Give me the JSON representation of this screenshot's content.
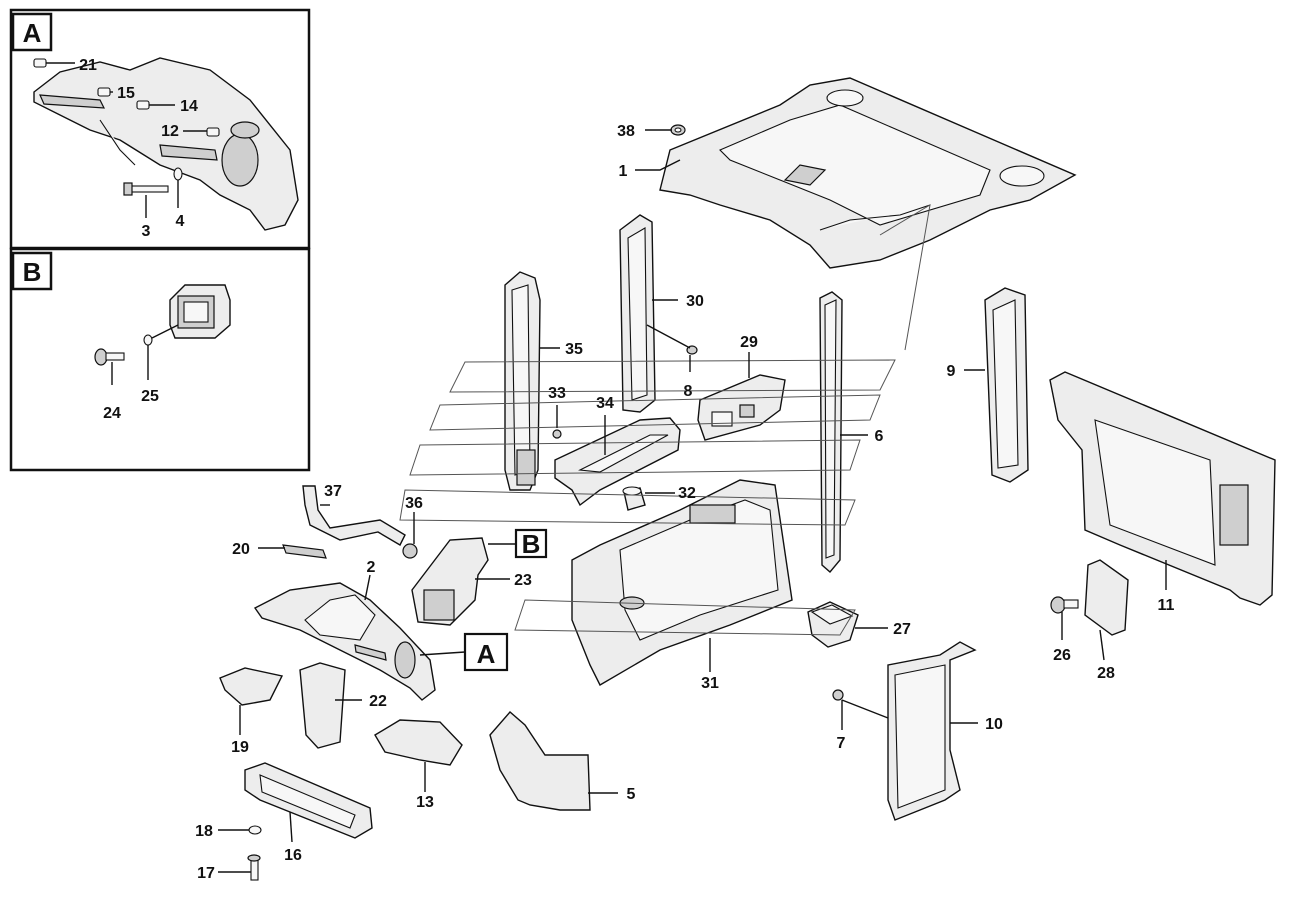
{
  "insets": [
    {
      "id": "A",
      "label": "A"
    },
    {
      "id": "B",
      "label": "B"
    }
  ],
  "callouts": {
    "A": "A",
    "B": "B"
  },
  "parts": [
    "1",
    "2",
    "3",
    "4",
    "5",
    "6",
    "7",
    "8",
    "9",
    "10",
    "11",
    "12",
    "13",
    "14",
    "15",
    "16",
    "17",
    "18",
    "19",
    "20",
    "21",
    "22",
    "23",
    "24",
    "25",
    "26",
    "27",
    "28",
    "29",
    "30",
    "31",
    "32",
    "33",
    "34",
    "35",
    "36",
    "37",
    "38"
  ]
}
